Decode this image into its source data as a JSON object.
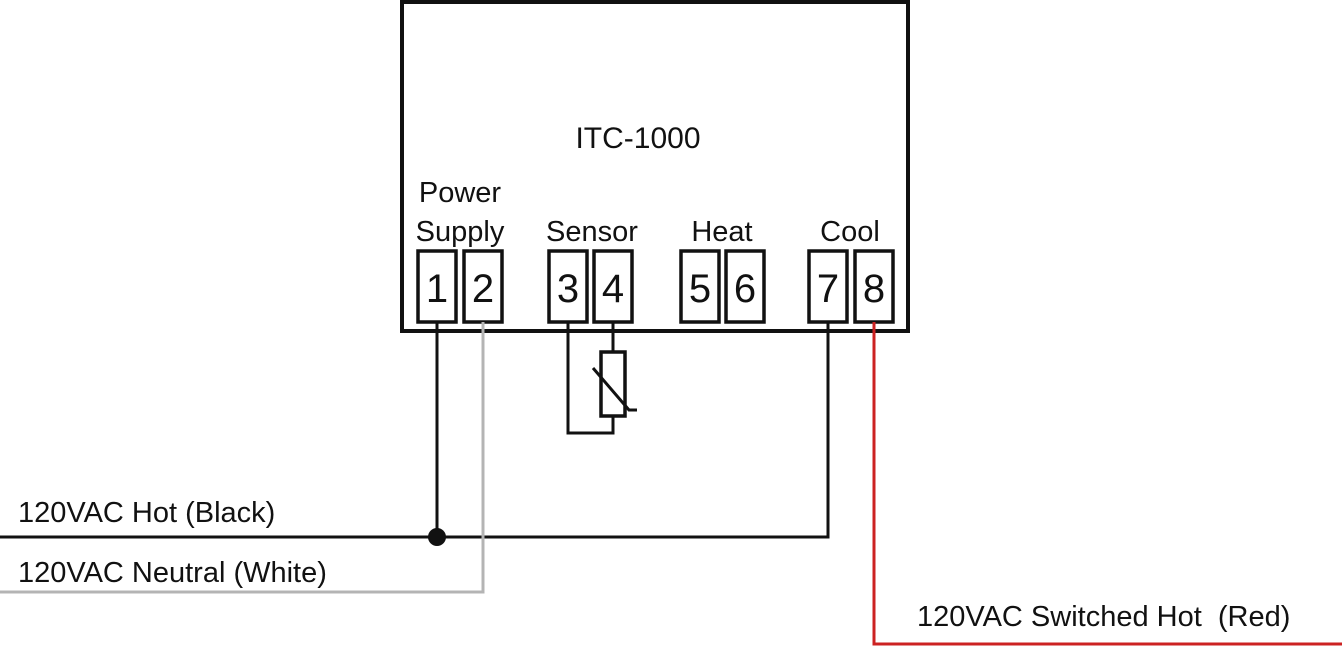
{
  "device": {
    "model": "ITC-1000"
  },
  "groups": {
    "power_line1": "Power",
    "power_line2": "Supply",
    "sensor": "Sensor",
    "heat": "Heat",
    "cool": "Cool"
  },
  "terminals": [
    "1",
    "2",
    "3",
    "4",
    "5",
    "6",
    "7",
    "8"
  ],
  "wires": {
    "hot": "120VAC Hot (Black)",
    "neutral": "120VAC Neutral (White)",
    "switched": "120VAC Switched Hot  (Red)"
  },
  "colors": {
    "hot": "#111111",
    "neutral": "#b4b4b4",
    "switched": "#cc2222"
  }
}
